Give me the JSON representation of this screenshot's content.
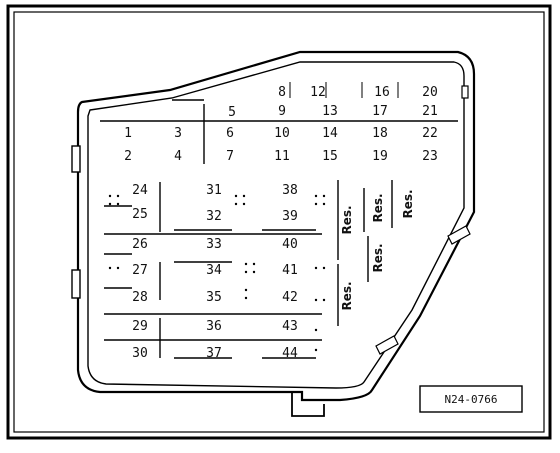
{
  "upper_fuses": {
    "rows": [
      [
        "",
        "",
        "",
        "8",
        "12",
        "16",
        "20"
      ],
      [
        "",
        "",
        "5",
        "9",
        "13",
        "17",
        "21"
      ],
      [
        "1",
        "3",
        "6",
        "10",
        "14",
        "18",
        "22"
      ],
      [
        "2",
        "4",
        "7",
        "11",
        "15",
        "19",
        "23"
      ]
    ]
  },
  "lower_fuses": {
    "col_a": [
      "24",
      "25",
      "26",
      "27",
      "28",
      "29",
      "30"
    ],
    "col_b": [
      "31",
      "32",
      "33",
      "34",
      "35",
      "36",
      "37"
    ],
    "col_c": [
      "38",
      "39",
      "40",
      "41",
      "42",
      "43",
      "44"
    ]
  },
  "reserve_labels": [
    "Res.",
    "Res.",
    "Res.",
    "Res.",
    "Res."
  ],
  "reference": "N24-0766"
}
